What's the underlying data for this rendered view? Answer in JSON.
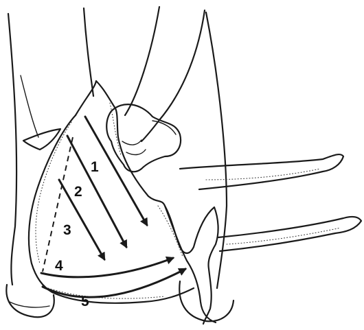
{
  "figure": {
    "step_labels": [
      "1",
      "2",
      "3",
      "4",
      "5"
    ],
    "colors": {
      "ink": "#1a1a1a",
      "background": "#ffffff"
    }
  }
}
